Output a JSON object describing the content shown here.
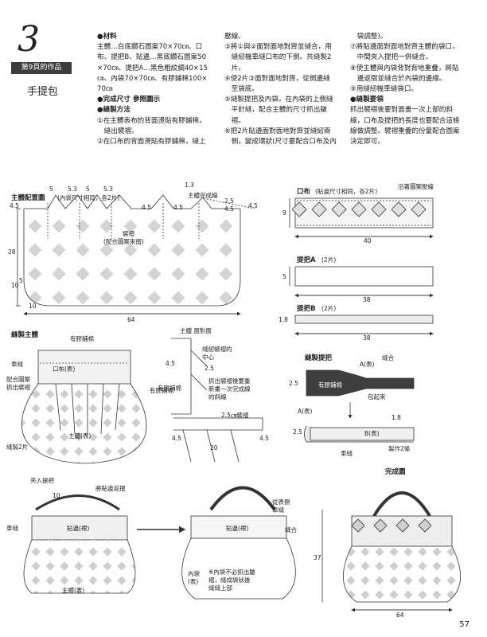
{
  "header": {
    "project_number": "3",
    "source_label": "第9頁的作品",
    "title": "手提包"
  },
  "instructions": {
    "col1": [
      {
        "t": "●材料",
        "sec": true
      },
      {
        "t": "主體…白底鑽石圖案70×70㎝、口"
      },
      {
        "t": "布、提把B、貼邊…黑底鑽石圖案50"
      },
      {
        "t": "×70㎝、提把A…黑色粗紋綢40×15"
      },
      {
        "t": "㎝、內袋70×70㎝、有膠鋪棉100×"
      },
      {
        "t": "70㎝"
      },
      {
        "t": "●完成尺寸 參照圖示",
        "sec": true
      },
      {
        "t": "●縫製方法",
        "sec": true
      },
      {
        "t": "①在主體表布的背面燙貼有膠鋪棉，"
      },
      {
        "t": "　縫出襞褶。"
      },
      {
        "t": "②在口布的背面燙貼有膠鋪棉，縫上"
      }
    ],
    "col2": [
      {
        "t": "壓線。"
      },
      {
        "t": "③將①與②面對面地對齊並縫合，用"
      },
      {
        "t": "　縫紉機車縫口布的下側。共縫製2"
      },
      {
        "t": "　片。"
      },
      {
        "t": "④使2片③面對面地對齊，從側邊縫"
      },
      {
        "t": "　至袋底。"
      },
      {
        "t": "⑤縫製提把及內袋。在內袋的上側縫"
      },
      {
        "t": "　平針縫，配合主體的尺寸抓出皺"
      },
      {
        "t": "　褶。"
      },
      {
        "t": "⑥把2片貼邊面對面地對齊並縫紉兩"
      },
      {
        "t": "　側，變成環狀(尺寸要配合口布及內"
      }
    ],
    "col3": [
      {
        "t": "　袋調整)。"
      },
      {
        "t": "⑦將貼邊面對面地對齊主體的袋口，"
      },
      {
        "t": "　中間夾入提把一併縫合。"
      },
      {
        "t": "⑧使主體與內袋背對背地重疊，將貼"
      },
      {
        "t": "　邊返摺並縫合於內袋的邊緣。"
      },
      {
        "t": "⑨用縫紉機車縫袋口。"
      },
      {
        "t": "●縫製要領",
        "sec": true
      },
      {
        "t": "抓出襞褶後要對面畫一次上部的斜"
      },
      {
        "t": "線，口布及提把的長度也要配合這條"
      },
      {
        "t": "線做調整。襞褶重疊的份量配合圖案"
      },
      {
        "t": "決定即可。"
      }
    ]
  },
  "layout_diagram": {
    "title": "主體配置圖",
    "subtitle": "(內袋尺寸相同，各2片)",
    "finish_line": "主體完成線",
    "pleat_label": "襞褶",
    "pleat_note": "(配合圖案來摺)",
    "dims": {
      "top_a": "5",
      "top_b": "5.3",
      "top_c": "5",
      "top_d": "5.3",
      "d13": "1.3",
      "d25": "2.5",
      "d45": "4.5",
      "d45b": "4.5",
      "d45c": "4.5",
      "d45d": "4.5",
      "left45": "4.5",
      "height": "28",
      "d10": "10",
      "d5": "5",
      "bottom10": "10",
      "width": "64"
    }
  },
  "mouth_panel": {
    "title": "口布",
    "subtitle": "(貼邊尺寸相同，各2片)",
    "stitch_note": "沿著圖案壓線",
    "height": "9",
    "width": "40"
  },
  "handle_a": {
    "title": "提把A",
    "subtitle": "(2片)",
    "height": "5",
    "width": "38"
  },
  "handle_b": {
    "title": "提把B",
    "subtitle": "(2片)",
    "height": "1.8",
    "width": "38"
  },
  "body_assembly": {
    "title": "縫製主體",
    "batting": "有膠鋪棉",
    "mouth_label": "口布(表)",
    "stitch": "車縫",
    "pleat_match": "配合圖案\n抓出襞褶",
    "batting2": "有膠鋪棉",
    "main_label": "主體(表)",
    "sew_two": "縫製2片"
  },
  "pleat_detail": {
    "title": "主體 面對面",
    "center": "縫紉襞褶的\n中心",
    "d45": "4.5",
    "d25": "2.5",
    "batting": "有膠鋪棉",
    "diag_note": "抓出襞褶後要重\n新畫一次完成線\n的斜線",
    "pleat_25": "2.5㎝襞褶",
    "d45a": "4.5",
    "d20": "20",
    "d45b": "4.5"
  },
  "handle_sewing": {
    "title": "縫製提把",
    "seam": "縫合",
    "a_face": "A(表)",
    "batting": "有膠鋪棉",
    "d25": "2.5",
    "wrap": "包起來",
    "a_face2": "A(表)",
    "d18": "1.8",
    "d25b": "2.5",
    "b_face": "B(表)",
    "stitch": "車縫",
    "make2": "製作2條"
  },
  "attach_step": {
    "insert_handle": "夾入提把",
    "d10": "10",
    "fold_back": "將貼邊返摺",
    "facing": "貼邊(裡)",
    "stitch": "車縫",
    "main_label": "主體(表)"
  },
  "lining_step": {
    "from_outside": "從表側\n車縫",
    "seam": "縫合",
    "facing": "貼邊(裡)",
    "lining": "內袋\n(表)",
    "note": "※內袋不必抓出皺\n褶，縫成袋狀後\n縫縫上部"
  },
  "finished": {
    "title": "完成圖",
    "height": "37",
    "width": "64"
  },
  "page_number": "57"
}
